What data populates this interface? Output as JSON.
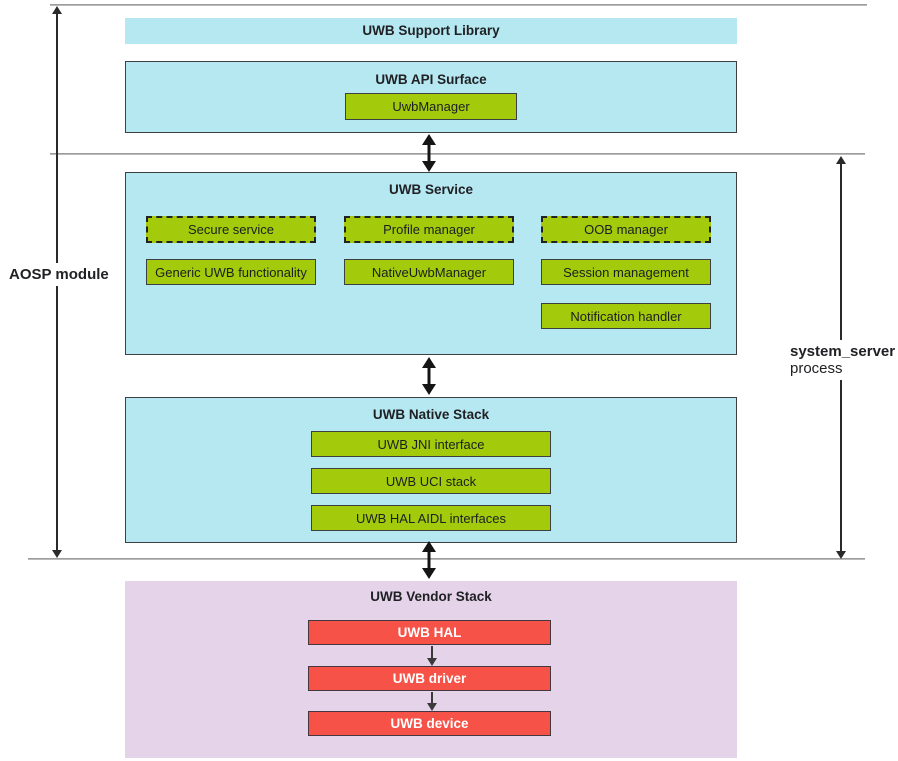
{
  "colors": {
    "cyan": "#b6e8f2",
    "green": "#a4ca0c",
    "red": "#f65247",
    "purple": "#e5d3ea",
    "border": "#3c4043",
    "line": "#9aa0a6",
    "arrow": "#151515",
    "text_dark": "#202124",
    "text_white": "#ffffff"
  },
  "side_labels": {
    "left": "AOSP module",
    "right_bold": "system_server",
    "right_regular": "process"
  },
  "sections": {
    "support_library": {
      "title": "UWB Support Library"
    },
    "api_surface": {
      "title": "UWB API Surface",
      "manager": "UwbManager"
    },
    "service": {
      "title": "UWB Service",
      "grid": [
        [
          "Secure service",
          "Profile manager",
          "OOB manager"
        ],
        [
          "Generic UWB functionality",
          "NativeUwbManager",
          "Session management"
        ],
        [
          "",
          "",
          "Notification handler"
        ]
      ]
    },
    "native_stack": {
      "title": "UWB Native Stack",
      "items": [
        "UWB JNI interface",
        "UWB UCI stack",
        "UWB HAL AIDL interfaces"
      ]
    },
    "vendor_stack": {
      "title": "UWB Vendor Stack",
      "items": [
        "UWB HAL",
        "UWB driver",
        "UWB device"
      ]
    }
  }
}
